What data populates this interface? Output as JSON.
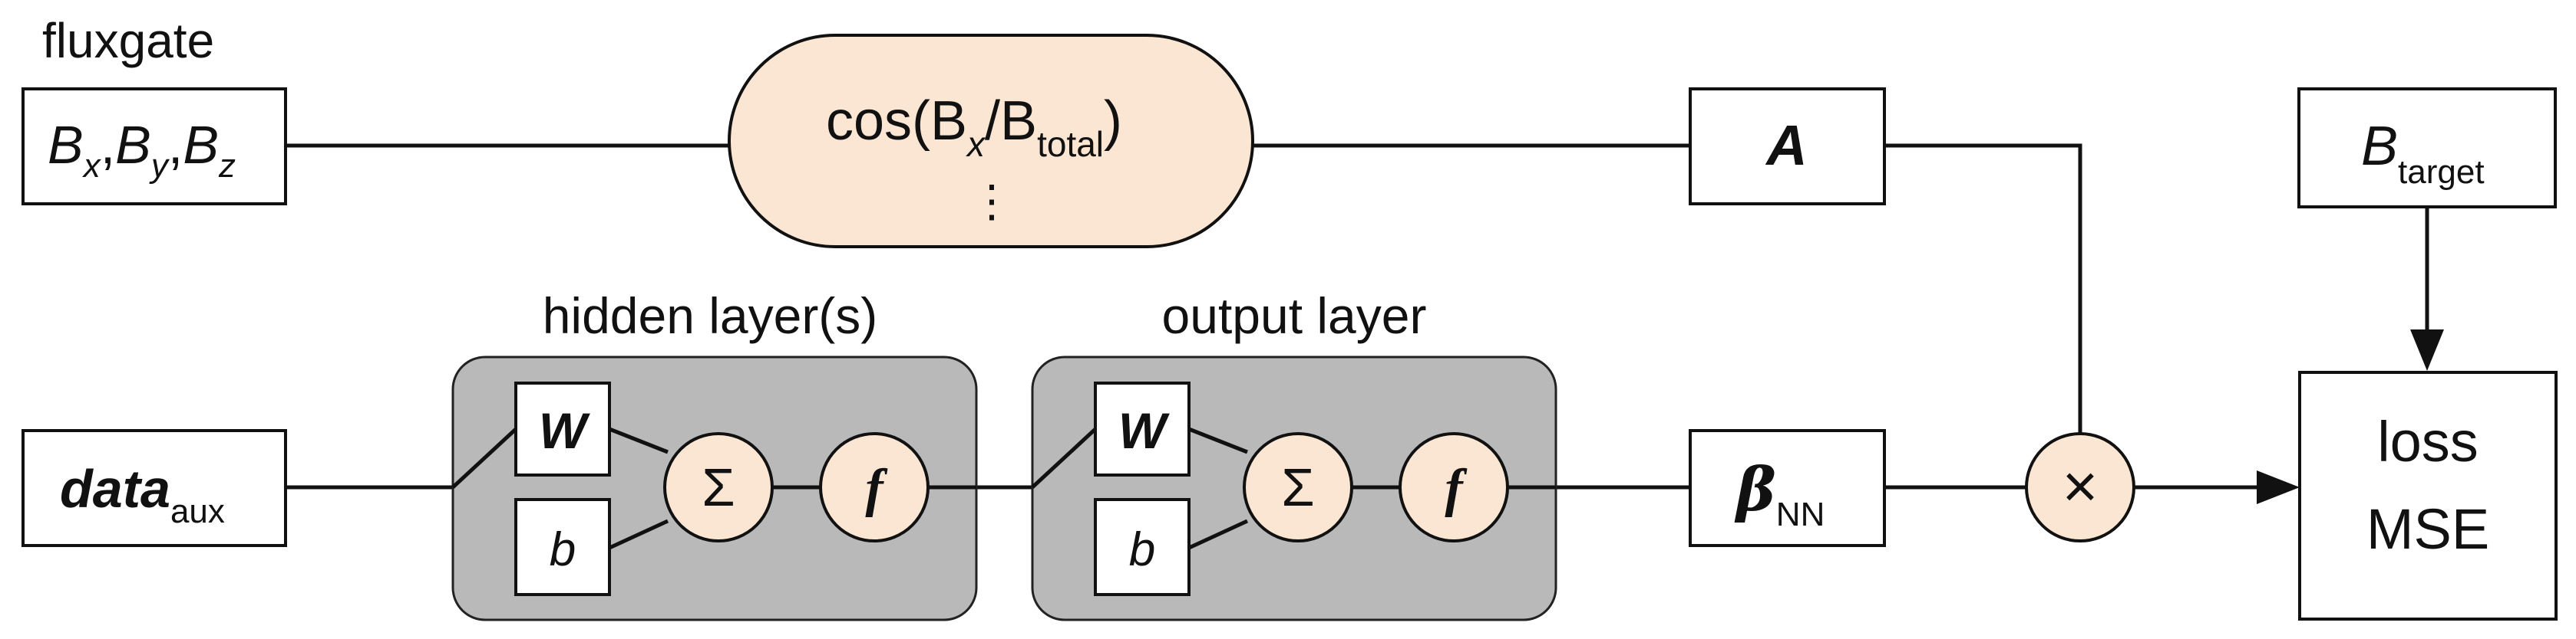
{
  "labels": {
    "fluxgate": "fluxgate",
    "hidden_layers": "hidden layer(s)",
    "output_layer": "output layer"
  },
  "inputs": {
    "bx": "B",
    "bx_sub": "x",
    "by": "B",
    "by_sub": "y",
    "bz": "B",
    "bz_sub": "z",
    "comma": ",",
    "data_main": "data",
    "data_sub": "aux"
  },
  "transform": {
    "text_a": "cos(B",
    "sub_x": "x",
    "text_b": "/B",
    "sub_total": "total",
    "text_c": ")",
    "dots": "⋮"
  },
  "blocks": {
    "A": "A",
    "beta": "β",
    "beta_sub": "NN",
    "btarget": "B",
    "btarget_sub": "target",
    "loss_line1": "loss",
    "loss_line2": "MSE"
  },
  "neurons": {
    "weight": "W",
    "bias": "b",
    "sum": "Σ",
    "activation": "f",
    "multiply": "×"
  },
  "colors": {
    "node_fill": "#fae6d2",
    "layer_fill": "#b9b9b9",
    "stroke": "#111111"
  }
}
